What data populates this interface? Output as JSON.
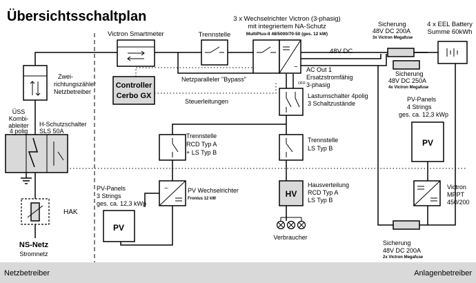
{
  "title": "Übersichtsschaltplan",
  "components": {
    "smartmeter": {
      "label": "Victron Smartmeter"
    },
    "zweirichtungszaehler": {
      "line1": "Zwei-",
      "line2": "richtungszähler",
      "line3": "Netzbetreiber"
    },
    "uess": {
      "line1": "ÜSS",
      "line2": "Kombi-",
      "line3": "ableiter",
      "line4": "4 polig"
    },
    "h_schutzschalter": {
      "line1": "H-Schutzschalter",
      "line2": "SLS 50A"
    },
    "hak": {
      "label": "HAK"
    },
    "ns_netz": {
      "label": "NS-Netz",
      "sub": "Stromnetz"
    },
    "trennstelle_top": {
      "label": "Trennstelle"
    },
    "bypass": {
      "label": "Netzparalleler \"Bypass\""
    },
    "wechselrichter_victron": {
      "line1": "3 x Wechselrichter Victron (3-phasig)",
      "line2": "mit integriertem NA-Schutz",
      "line3": "MultiPlus-II 48/5000/70-50 (ges. 12 kW)"
    },
    "dc_label": "48V DC",
    "sicherung_top": {
      "line1": "Sicherung",
      "line2": "48V DC 200A",
      "line3": "3x Victron Megafuse"
    },
    "battery": {
      "line1": "4 x EEL Battery",
      "line2": "Summe 60kWh"
    },
    "sicherung_mid": {
      "line1": "Sicherung",
      "line2": "48V DC 250A",
      "line3": "4x Victron Megafuse"
    },
    "controller": {
      "line1": "Controller",
      "line2": "Cerbo GX"
    },
    "steuerleitungen": "Steuerleitungen",
    "ac_out": {
      "line1": "AC Out 1",
      "line2": "Ersatzstromfähig",
      "line3": "3-phasig"
    },
    "off_label": "OFF",
    "lastumschalter": {
      "line1": "Lastumschalter 4polig",
      "line2": "3 Schaltzustände"
    },
    "trennstelle_rcd": {
      "line1": "Trennstelle",
      "line2": "RCD Typ A",
      "line3": "+ LS Typ B"
    },
    "trennstelle_ls": {
      "line1": "Trennstelle",
      "line2": "LS Typ B"
    },
    "pv_left": {
      "line1": "PV-Panels",
      "line2": "3 Strings",
      "line3": "ges. ca. 12,3 kWp",
      "box": "PV"
    },
    "pv_wechselrichter": {
      "line1": "PV Wechselrichter",
      "line2": "Fronius 12 kW"
    },
    "hausverteilung": {
      "box": "HV",
      "line1": "Hausverteilung",
      "line2": "RCD Typ A",
      "line3": "LS Typ B"
    },
    "verbraucher": "Verbraucher",
    "pv_right": {
      "line1": "PV-Panels",
      "line2": "4 Strings",
      "line3": "ges. ca. 12,3 kWp",
      "box": "PV"
    },
    "mppt": {
      "line1": "Victron",
      "line2": "MPPT",
      "line3": "450/200"
    },
    "sicherung_bottom": {
      "line1": "Sicherung",
      "line2": "48V DC 200A",
      "line3": "2x Victron Megafuse"
    }
  },
  "footer": {
    "left": "Netzbetreiber",
    "right": "Anlagenbetreiber"
  }
}
